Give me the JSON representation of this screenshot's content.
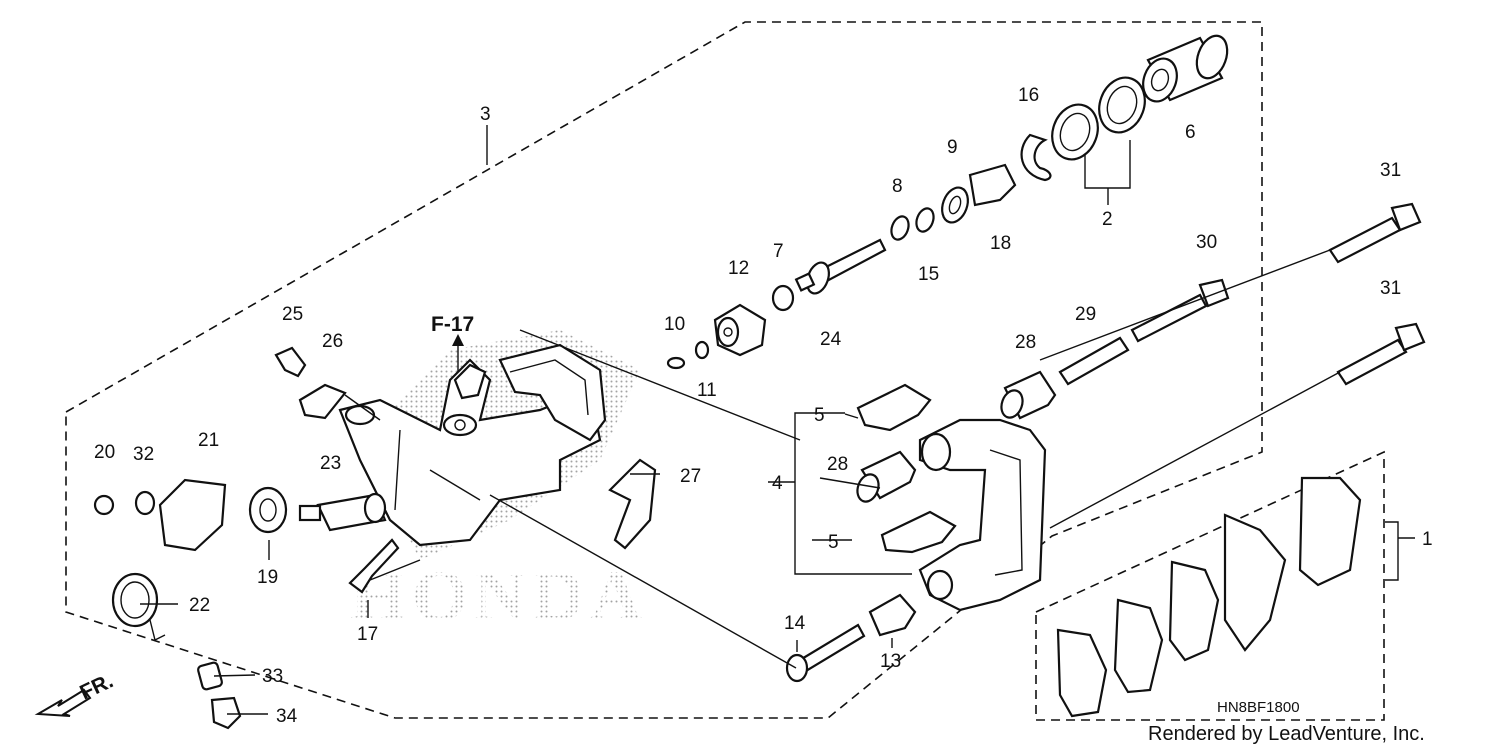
{
  "diagram": {
    "ref_label": "F-17",
    "part_code": "HN8BF1800",
    "credit": "Rendered by LeadVenture, Inc.",
    "direction_label": "FR.",
    "callouts": {
      "c1": "1",
      "c2": "2",
      "c3": "3",
      "c4": "4",
      "c5a": "5",
      "c5b": "5",
      "c6": "6",
      "c7": "7",
      "c8": "8",
      "c9": "9",
      "c10": "10",
      "c11": "11",
      "c12": "12",
      "c13": "13",
      "c14": "14",
      "c15": "15",
      "c16": "16",
      "c17": "17",
      "c18": "18",
      "c19": "19",
      "c20": "20",
      "c21": "21",
      "c22": "22",
      "c23": "23",
      "c24": "24",
      "c25": "25",
      "c26": "26",
      "c27": "27",
      "c28a": "28",
      "c28b": "28",
      "c29": "29",
      "c30": "30",
      "c31a": "31",
      "c31b": "31",
      "c32": "32",
      "c33": "33",
      "c34": "34"
    },
    "watermark": "HONDA"
  }
}
